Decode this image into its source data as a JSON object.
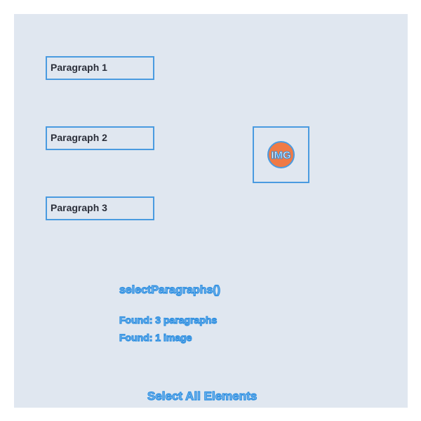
{
  "paragraphs": [
    {
      "label": "Paragraph 1"
    },
    {
      "label": "Paragraph 2"
    },
    {
      "label": "Paragraph 3"
    }
  ],
  "image": {
    "label": "IMG",
    "circle_color": "#f07a45",
    "outline_color": "#4a9be0"
  },
  "function_label": "selectParagraphs()",
  "results": {
    "paragraphs": "Found: 3 paragraphs",
    "images": "Found: 1 image"
  },
  "action_button": "Select All Elements",
  "colors": {
    "background": "#e0e7f0",
    "accent": "#4a9be0",
    "text": "#2b2f3a"
  }
}
